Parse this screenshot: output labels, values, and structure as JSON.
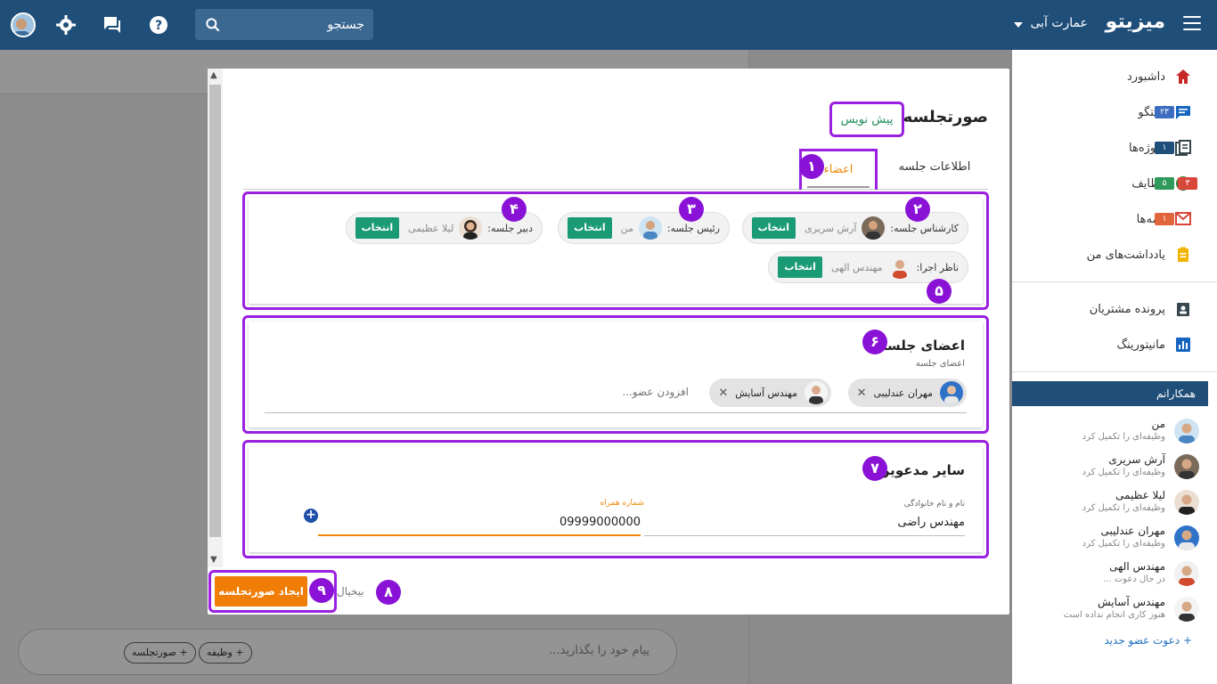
{
  "topbar": {
    "brand": "میزیتو",
    "org": "عمارت آبی",
    "search_placeholder": "جستجو"
  },
  "sidebar": {
    "items": [
      {
        "label": "داشبورد",
        "icon": "home-icon",
        "color": "#c62828",
        "badges": []
      },
      {
        "label": "گفتگو",
        "icon": "chat-icon",
        "color": "#1565c0",
        "badges": [
          {
            "text": "۲۳",
            "color": "#3d6cc0"
          }
        ]
      },
      {
        "label": "پروژه‌ها",
        "icon": "projects-icon",
        "color": "#37474f",
        "badges": [
          {
            "text": "۱",
            "color": "#1f4e79"
          }
        ]
      },
      {
        "label": "وظایف",
        "icon": "tasks-icon",
        "color": "#2e7d32",
        "badges": [
          {
            "text": "۵",
            "color": "#2e9a5b"
          },
          {
            "text": "۳",
            "color": "#d9473b"
          }
        ]
      },
      {
        "label": "نامه‌ها",
        "icon": "letters-icon",
        "color": "#d9473b",
        "badges": [
          {
            "text": "۱",
            "color": "#e0643c"
          }
        ]
      },
      {
        "label": "یادداشت‌های من",
        "icon": "notes-icon",
        "color": "#f0b400",
        "badges": []
      }
    ],
    "items2": [
      {
        "label": "پرونده مشتریان",
        "icon": "customers-icon",
        "color": "#37474f"
      },
      {
        "label": "مانیتورینگ",
        "icon": "monitoring-icon",
        "color": "#1565c0"
      }
    ],
    "colleagues_title": "همکارانم",
    "colleagues": [
      {
        "name": "من",
        "status": "وظیفه‌ای را تکمیل کرد"
      },
      {
        "name": "آرش سریری",
        "status": "وظیفه‌ای را تکمیل کرد"
      },
      {
        "name": "لیلا عظیمی",
        "status": "وظیفه‌ای را تکمیل کرد"
      },
      {
        "name": "مهران عندلیبی",
        "status": "وظیفه‌ای را تکمیل کرد"
      },
      {
        "name": "مهندس الهی",
        "status": "در حال دعوت ..."
      },
      {
        "name": "مهندس آسایش",
        "status": "هنوز کاری انجام نداده است"
      }
    ],
    "invite": "دعوت عضو جدید"
  },
  "chat": {
    "message_placeholder": "پیام خود را بگذارید...",
    "task_chip": "+ وظیفه",
    "minutes_chip": "+ صورتجلسه"
  },
  "modal": {
    "title": "صورتجلسه",
    "draft": "پیش نویس",
    "tabs": {
      "info": "اطلاعات جلسه",
      "members": "اعضاء"
    },
    "roles": [
      {
        "label": "کارشناس جلسه:",
        "person": "آرش سریری",
        "button": "انتخاب"
      },
      {
        "label": "رئیس جلسه:",
        "person": "من",
        "button": "انتخاب"
      },
      {
        "label": "دبیر جلسه:",
        "person": "لیلا عظیمی",
        "button": "انتخاب"
      },
      {
        "label": "ناظر اجرا:",
        "person": "مهندس الهی",
        "button": "انتخاب"
      }
    ],
    "members_section": {
      "heading": "اعضای جلسه",
      "sub": "اعضای جلسه",
      "members": [
        "مهران عندلیبی",
        "مهندس آسایش"
      ],
      "add_placeholder": "افزودن عضو..."
    },
    "guests_section": {
      "heading": "سایر مدعوین",
      "name_label": "نام و نام خانوادگی",
      "name_value": "مهندس راضی",
      "phone_label": "شماره همراه",
      "phone_value": "09999000000"
    },
    "cancel": "بیخیال",
    "create": "ایجاد صورتجلسه",
    "numbers": [
      "۱",
      "۲",
      "۳",
      "۴",
      "۵",
      "۶",
      "۷",
      "۸",
      "۹"
    ]
  },
  "colors": {
    "topbar": "#1f4e79",
    "accent_purple": "#9a1fe0",
    "pick_green": "#1a9a75",
    "create_orange": "#f07d05"
  }
}
